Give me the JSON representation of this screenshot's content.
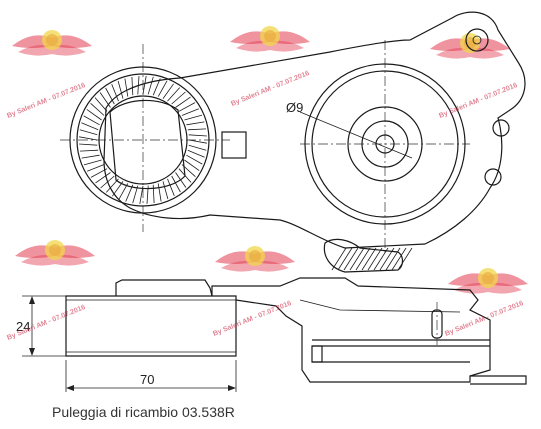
{
  "caption": "Puleggia di ricambio 03.538R",
  "dimensions": {
    "hole_diameter": "Ø9",
    "pulley_height": "24",
    "pulley_width": "70"
  },
  "watermark": {
    "text": "By Saleri AM - 07.07.2016",
    "color": "#c81e3c",
    "logo_icon": "saleri-logo-icon"
  }
}
